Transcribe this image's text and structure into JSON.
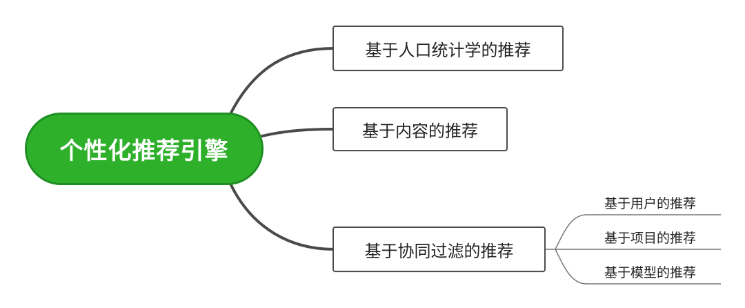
{
  "root": {
    "label": "个性化推荐引擎"
  },
  "branches": [
    {
      "label": "基于人口统计学的推荐",
      "children": []
    },
    {
      "label": "基于内容的推荐",
      "children": []
    },
    {
      "label": "基于协同过滤的推荐",
      "children": [
        {
          "label": "基于用户的推荐"
        },
        {
          "label": "基于项目的推荐"
        },
        {
          "label": "基于模型的推荐"
        }
      ]
    }
  ],
  "colors": {
    "root_fill": "#2fb02b",
    "root_border": "#1f8f24",
    "connector": "#4a4a4a",
    "node_border": "#4d4d4d",
    "text": "#222222"
  }
}
